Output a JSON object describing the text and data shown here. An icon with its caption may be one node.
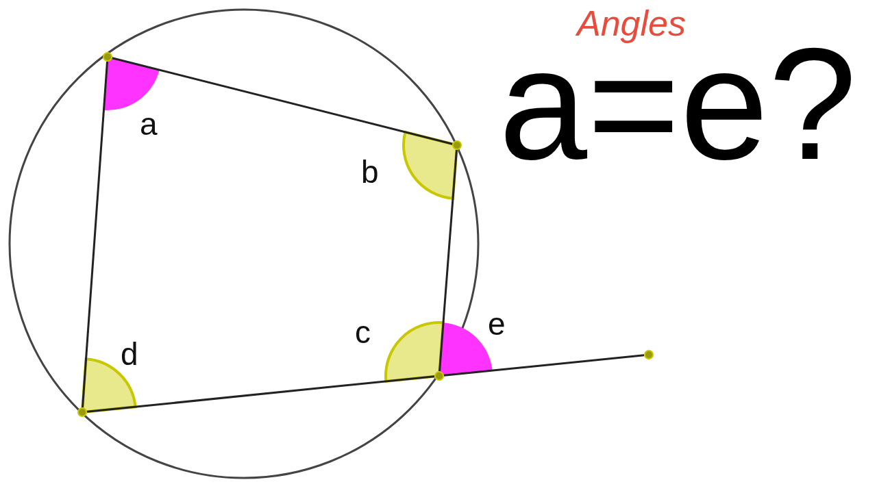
{
  "diagram": {
    "nodes": [
      {
        "text": [],
        "shape": "circle"
      },
      {
        "text": [],
        "shape": "circle"
      },
      {
        "text": [],
        "shape": "circle"
      },
      {
        "text": [],
        "shape": "circle"
      },
      {
        "text": [],
        "shape": "circle"
      }
    ],
    "edges": [
      {
        "from": 0,
        "to": 1,
        "arrow": "none"
      },
      {
        "from": 1,
        "to": 2,
        "arrow": "none"
      },
      {
        "from": 2,
        "to": 3,
        "arrow": "none"
      },
      {
        "from": 3,
        "to": 0,
        "arrow": "none"
      },
      {
        "from": 2,
        "to": 4,
        "arrow": "none"
      }
    ],
    "labels": [
      "Angles",
      "a=e?",
      "a",
      "b",
      "e",
      "c",
      "d"
    ]
  }
}
